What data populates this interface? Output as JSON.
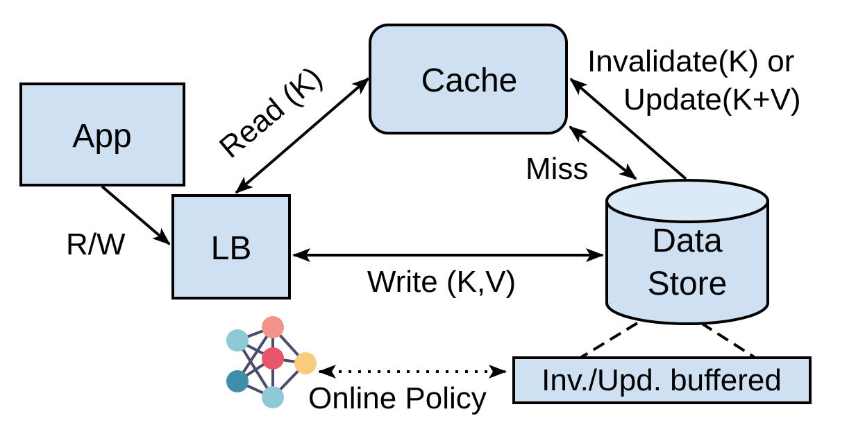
{
  "nodes": {
    "app": "App",
    "lb": "LB",
    "cache": "Cache",
    "store_line1": "Data",
    "store_line2": "Store",
    "buffer": "Inv./Upd. buffered"
  },
  "edges": {
    "rw": "R/W",
    "read": "Read (K)",
    "write": "Write (K,V)",
    "miss": "Miss",
    "invalidate_line1": "Invalidate(K) or",
    "invalidate_line2": "Update(K+V)",
    "policy": "Online Policy"
  },
  "colors": {
    "box_fill": "#cfe0f2",
    "stroke": "#000000",
    "nn_edges": "#4b4b6b",
    "nn_teal": "#8fc9d6",
    "nn_salmon": "#f2948c",
    "nn_red": "#e8566b",
    "nn_yellow": "#f8cc7c",
    "nn_dark_teal": "#3e8eaa"
  },
  "icons": [
    "neural-network-icon"
  ]
}
